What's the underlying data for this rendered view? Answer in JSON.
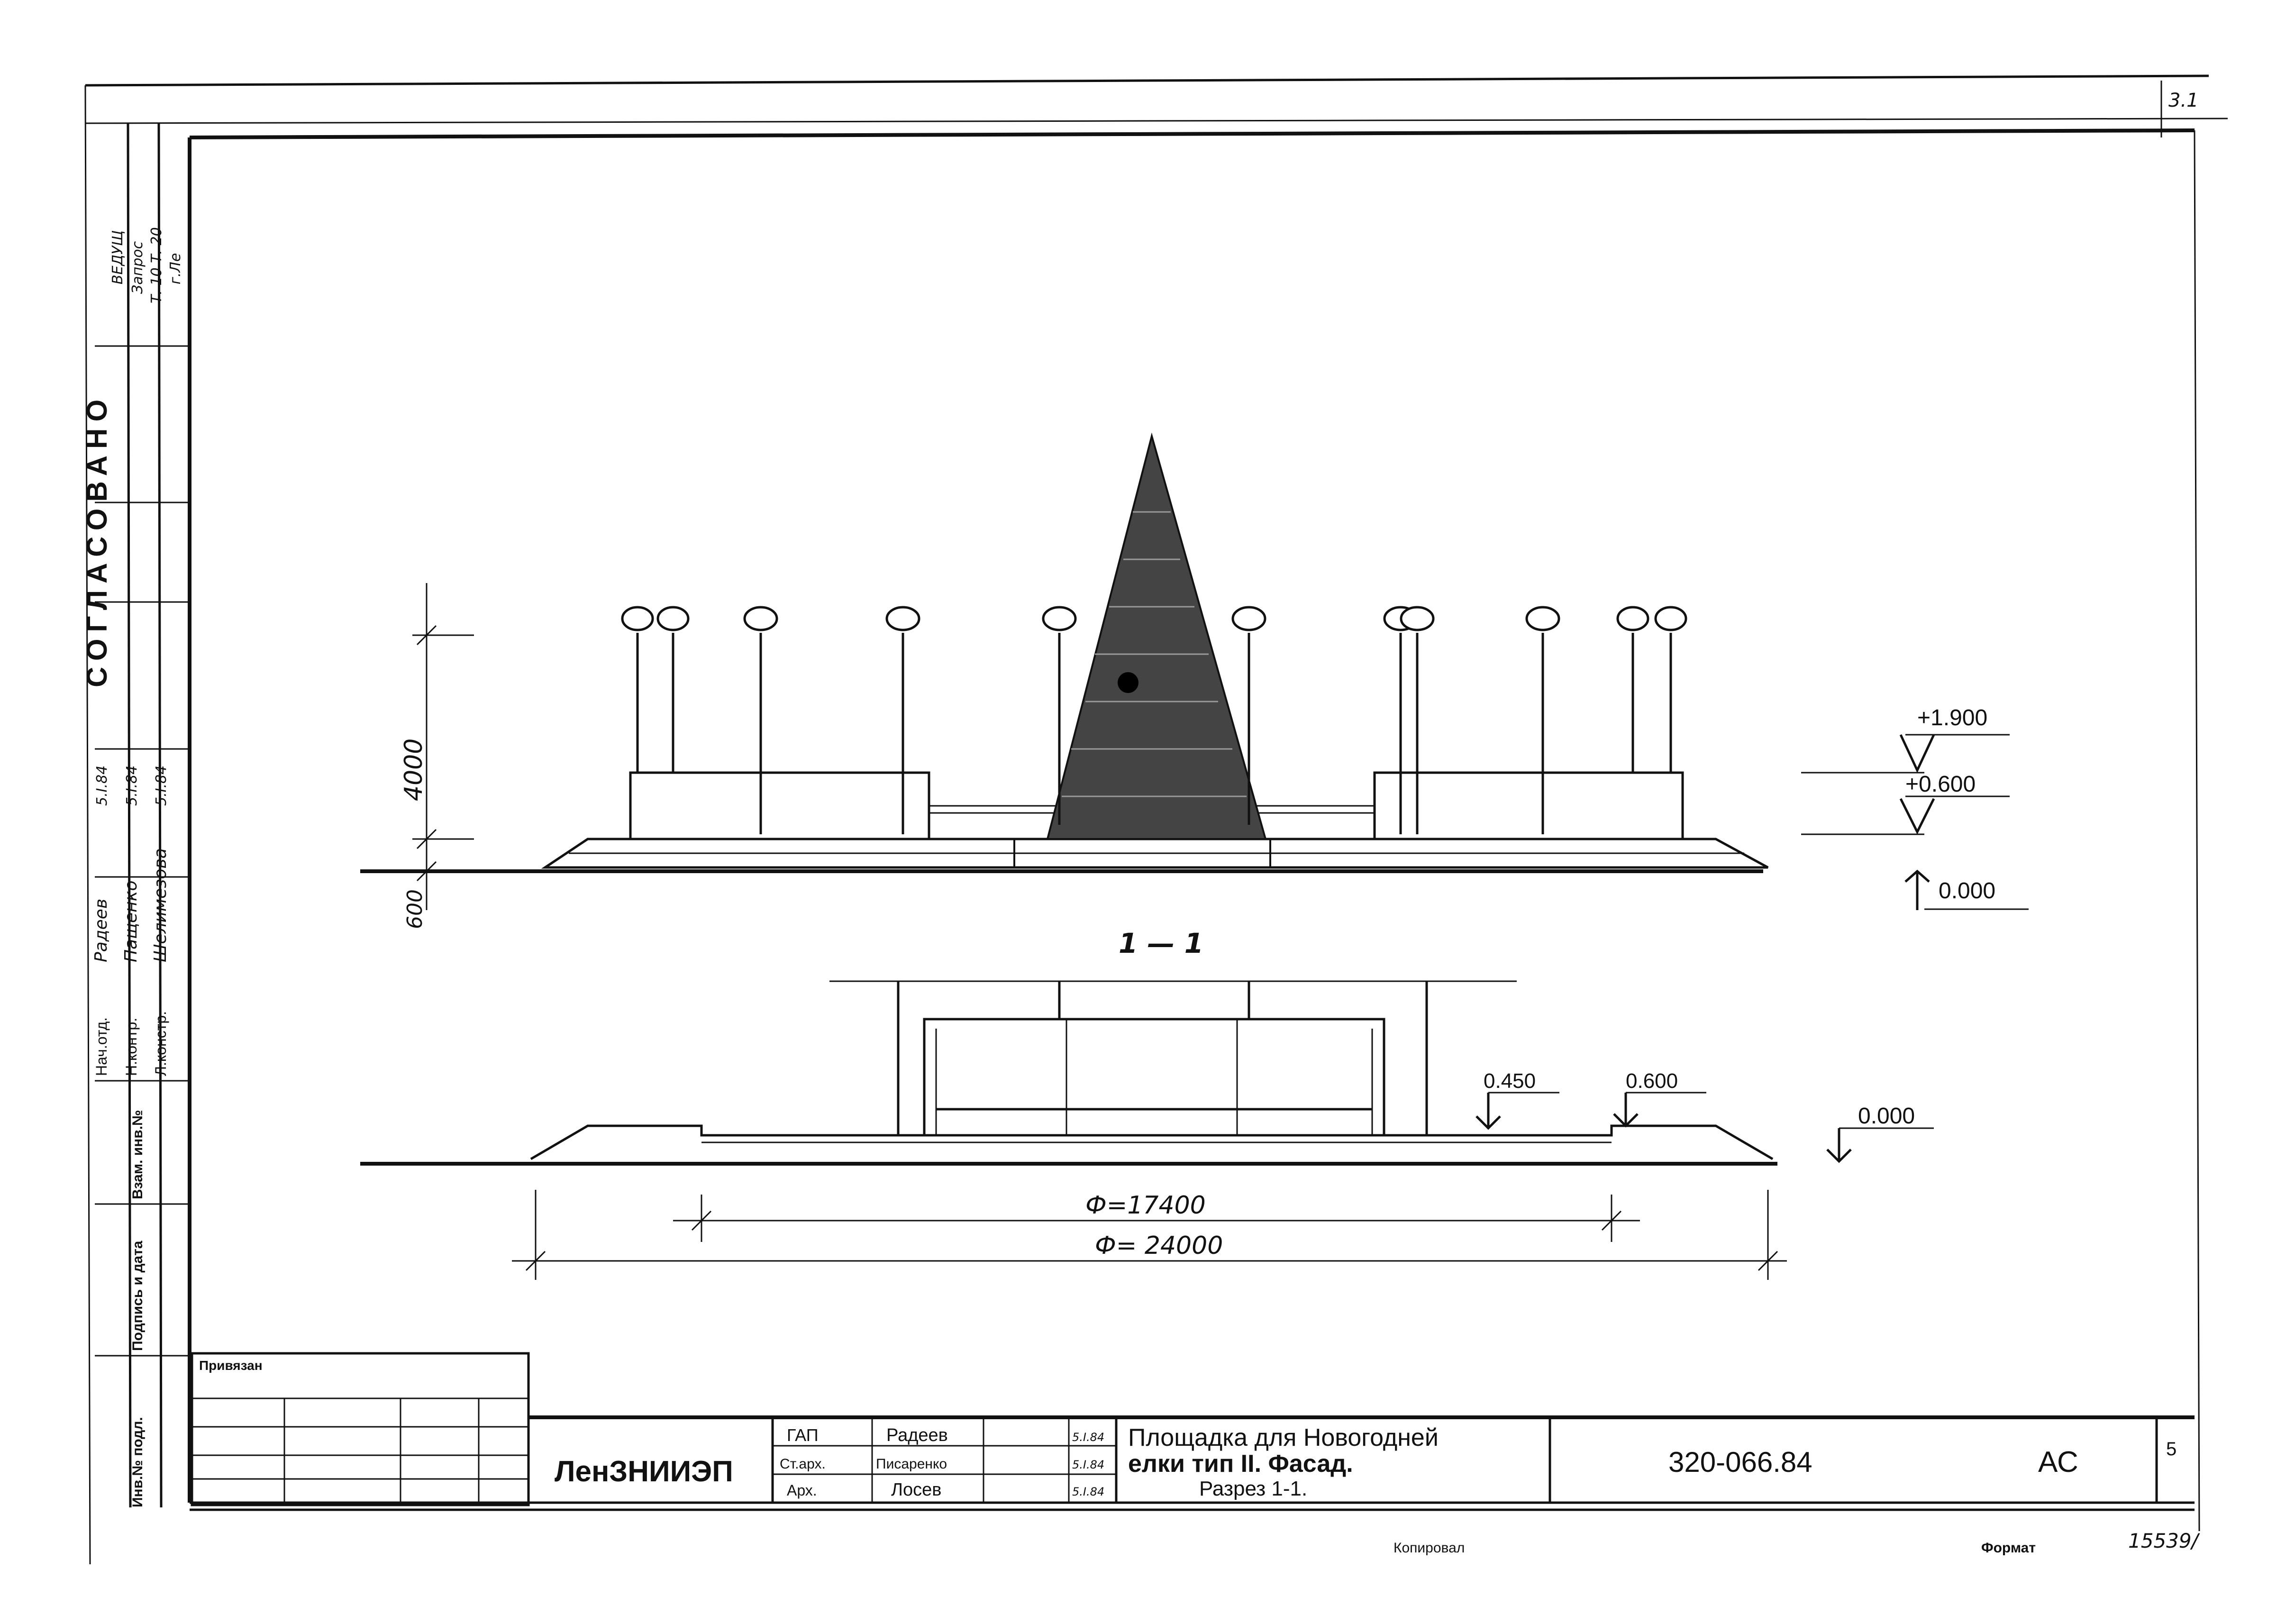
{
  "sheet_corner_mark": "3.1",
  "approval_stamp": {
    "title": "СОГЛАСОВАНО",
    "lines": [
      "ВЕДУЩ",
      "Запрос",
      "Т. 10 Т. 20",
      "г.Ле"
    ]
  },
  "approval_table": [
    {
      "role": "Нач.отд.",
      "name": "Радеев",
      "date": "5.I.84"
    },
    {
      "role": "Н.контр.",
      "name": "Пащенко",
      "date": "5.I.84"
    },
    {
      "role": "Л.констр.",
      "name": "Шелимезова",
      "date": "5.I.84"
    }
  ],
  "side_labels": {
    "inv_podl": "Инв.№ подл.",
    "podpis_data": "Подпись и дата",
    "vzam_inv": "Взам. инв.№"
  },
  "drawing": {
    "facade_dims": {
      "height": "4000",
      "base": "600",
      "level_top": "+1.900",
      "level_mid": "+0.600",
      "level_zero": "0.000"
    },
    "section_title": "1 — 1",
    "section_levels": {
      "a": "0.450",
      "b": "0.600",
      "zero": "0.000"
    },
    "diam_inner": "Ф=17400",
    "diam_outer": "Ф= 24000"
  },
  "title_block": {
    "privyazan": "Привязан",
    "org": "ЛенЗНИИЭП",
    "roles": [
      {
        "role": "ГАП",
        "name": "Радеев",
        "date": "5.I.84"
      },
      {
        "role": "Ст.арх.",
        "name": "Писаренко",
        "date": "5.I.84"
      },
      {
        "role": "Арх.",
        "name": "Лосев",
        "date": "5.I.84"
      }
    ],
    "title_lines": [
      "Площадка для Новогодней",
      "елки тип II. Фасад.",
      "Разрез 1-1."
    ],
    "doc_number": "320-066.84",
    "mark": "АС",
    "sheet": "5"
  },
  "footer": {
    "copied": "Копировал",
    "format": "Формат",
    "stamp": "15539/"
  }
}
